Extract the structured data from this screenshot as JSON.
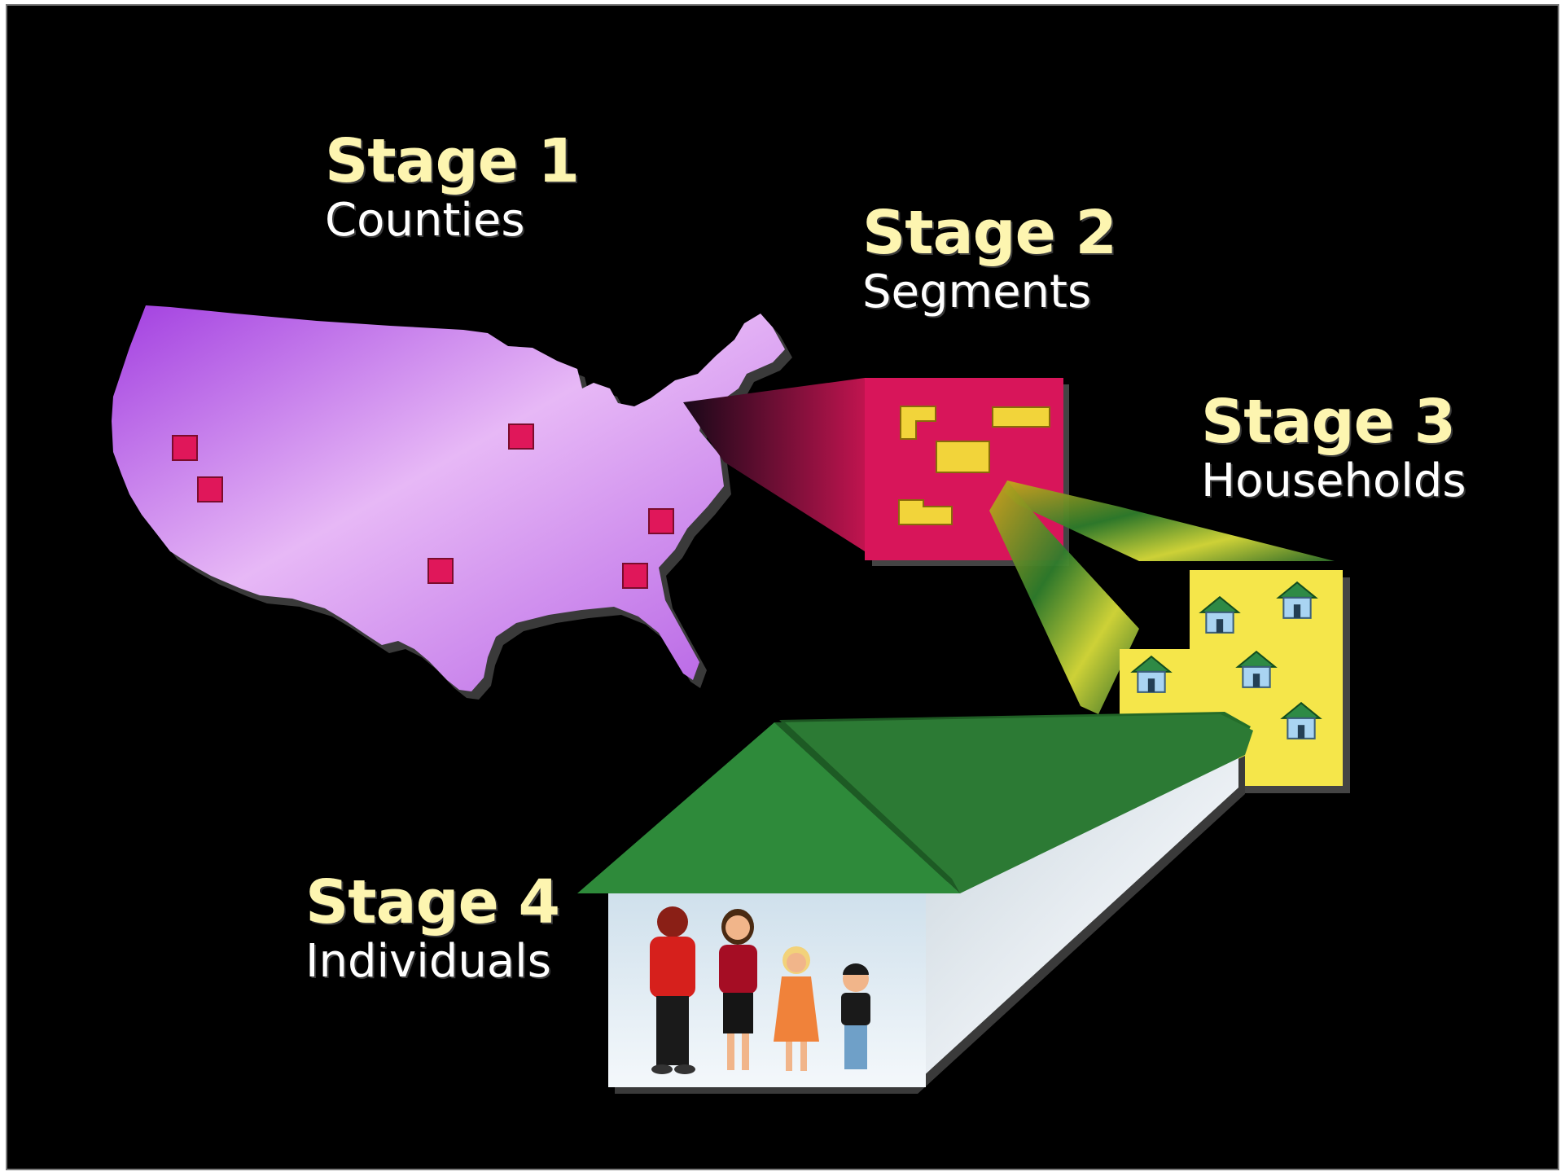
{
  "colors": {
    "background": "#000000",
    "title_text": "#fdf5b0",
    "subtitle_text": "#ffffff",
    "map": "#c978e8",
    "segment_block": "#d8155a",
    "segment_marks": "#f2d43a",
    "household_block": "#f5e64a",
    "roof": "#2e8a3a",
    "house_wall": "#dde8ee"
  },
  "stages": [
    {
      "title": "Stage 1",
      "subtitle": "Counties"
    },
    {
      "title": "Stage 2",
      "subtitle": "Segments"
    },
    {
      "title": "Stage 3",
      "subtitle": "Households"
    },
    {
      "title": "Stage 4",
      "subtitle": "Individuals"
    }
  ],
  "illustrations": {
    "map": "us-map-icon",
    "segments": "segment-block-icon",
    "households": "household-block-icon",
    "individuals": "house-with-family-icon"
  }
}
